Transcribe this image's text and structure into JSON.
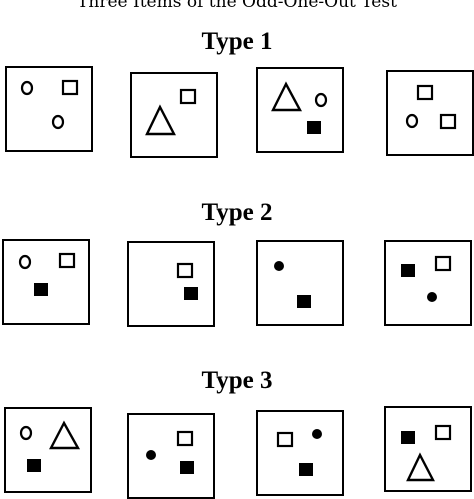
{
  "page_title": "Three Items of the Odd-One-Out Test",
  "types": [
    {
      "heading": "Type 1",
      "cards": [
        {
          "shapes": [
            {
              "kind": "open-circle"
            },
            {
              "kind": "open-square"
            },
            {
              "kind": "open-circle"
            }
          ]
        },
        {
          "shapes": [
            {
              "kind": "open-triangle"
            },
            {
              "kind": "open-square"
            }
          ]
        },
        {
          "shapes": [
            {
              "kind": "open-triangle"
            },
            {
              "kind": "open-circle"
            },
            {
              "kind": "filled-square"
            }
          ]
        },
        {
          "shapes": [
            {
              "kind": "open-square"
            },
            {
              "kind": "open-circle"
            },
            {
              "kind": "open-square"
            }
          ]
        }
      ]
    },
    {
      "heading": "Type 2",
      "cards": [
        {
          "shapes": [
            {
              "kind": "open-circle"
            },
            {
              "kind": "open-square"
            },
            {
              "kind": "filled-square"
            }
          ]
        },
        {
          "shapes": [
            {
              "kind": "open-square"
            },
            {
              "kind": "filled-square"
            }
          ]
        },
        {
          "shapes": [
            {
              "kind": "filled-circle"
            },
            {
              "kind": "filled-square"
            }
          ]
        },
        {
          "shapes": [
            {
              "kind": "filled-square"
            },
            {
              "kind": "open-square"
            },
            {
              "kind": "filled-circle"
            }
          ]
        }
      ]
    },
    {
      "heading": "Type 3",
      "cards": [
        {
          "shapes": [
            {
              "kind": "open-circle"
            },
            {
              "kind": "open-triangle"
            },
            {
              "kind": "filled-square"
            }
          ]
        },
        {
          "shapes": [
            {
              "kind": "open-square"
            },
            {
              "kind": "filled-circle"
            },
            {
              "kind": "filled-square"
            }
          ]
        },
        {
          "shapes": [
            {
              "kind": "open-square"
            },
            {
              "kind": "filled-circle"
            },
            {
              "kind": "filled-square"
            }
          ]
        },
        {
          "shapes": [
            {
              "kind": "filled-square"
            },
            {
              "kind": "open-square"
            },
            {
              "kind": "open-triangle"
            }
          ]
        }
      ]
    }
  ]
}
